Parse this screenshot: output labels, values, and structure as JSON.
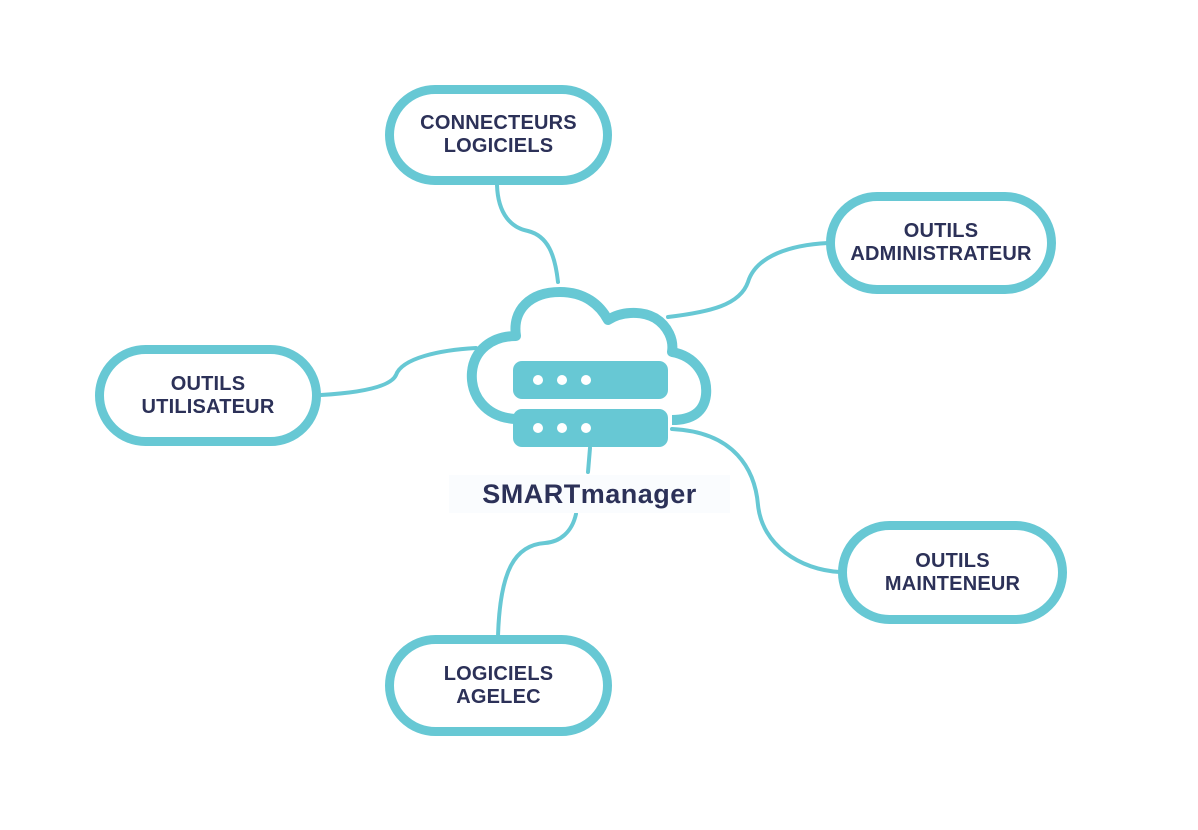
{
  "diagram": {
    "center": {
      "label": "SMARTmanager",
      "icon": "cloud-server-icon"
    },
    "nodes": [
      {
        "id": "connecteurs-logiciels",
        "lines": [
          "CONNECTEURS",
          "LOGICIELS"
        ]
      },
      {
        "id": "outils-administrateur",
        "lines": [
          "OUTILS",
          "ADMINISTRATEUR"
        ]
      },
      {
        "id": "outils-utilisateur",
        "lines": [
          "OUTILS",
          "UTILISATEUR"
        ]
      },
      {
        "id": "outils-mainteneur",
        "lines": [
          "OUTILS",
          "MAINTENEUR"
        ]
      },
      {
        "id": "logiciels-agelec",
        "lines": [
          "LOGICIELS",
          "AGELEC"
        ]
      }
    ],
    "colors": {
      "accent": "#67c8d4",
      "text": "#2c3158",
      "background": "#ffffff"
    }
  }
}
